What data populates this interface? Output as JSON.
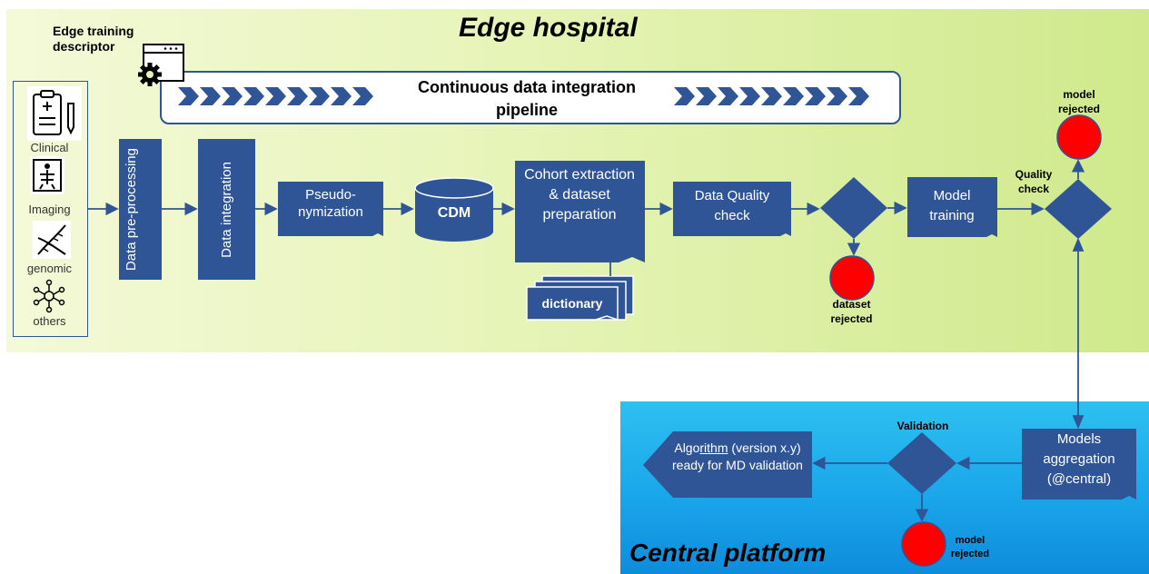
{
  "edge": {
    "title": "Edge hospital",
    "descriptor_label": "Edge training descriptor",
    "pipeline_label": "Continuous data integration pipeline",
    "sources": [
      "Clinical",
      "Imaging",
      "genomic",
      "others"
    ],
    "steps": {
      "preprocessing": "Data pre-processing",
      "integration": "Data integration",
      "pseudonymization": "Pseudo-nymization",
      "cdm": "CDM",
      "cohort": "Cohort extraction & dataset preparation",
      "dictionary": "dictionary",
      "data_quality": "Data Quality check",
      "model_training": "Model training"
    },
    "dataset_rejected": "dataset rejected",
    "quality_check": "Quality check",
    "model_rejected": "model rejected"
  },
  "central": {
    "title": "Central platform",
    "models_aggregation": "Models aggregation (@central)",
    "validation": "Validation",
    "algorithm": "Algorithm (version x.y) ready for MD validation",
    "algorithm_underlined": "rithm",
    "model_rejected": "model rejected"
  },
  "colors": {
    "box": "#2f5597",
    "reject": "#ff0000",
    "edge_bg": "#e2f0b0",
    "central_bg": "#1aa6ea"
  }
}
